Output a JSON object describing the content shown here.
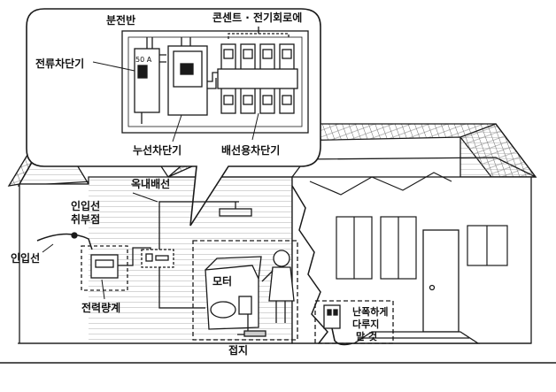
{
  "labels": {
    "panel_title": "분전반",
    "outlet_circuits": "콘센트 · 전기회로에",
    "main_breaker": "전류차단기",
    "ground_fault_breaker": "누선차단기",
    "branch_breakers": "배선용차단기",
    "indoor_wiring": "옥내배선",
    "service_connection_line1": "인입선",
    "service_connection_line2": "취부점",
    "service_drop": "인입선",
    "electric_meter": "전력량계",
    "motor": "모터",
    "ground": "접지",
    "warning_line1": "난폭하게",
    "warning_line2": "다루지",
    "warning_line3": "말 것",
    "breaker_rating": "50 A"
  },
  "colors": {
    "ink": "#1a1a1a",
    "paper": "#ffffff"
  }
}
